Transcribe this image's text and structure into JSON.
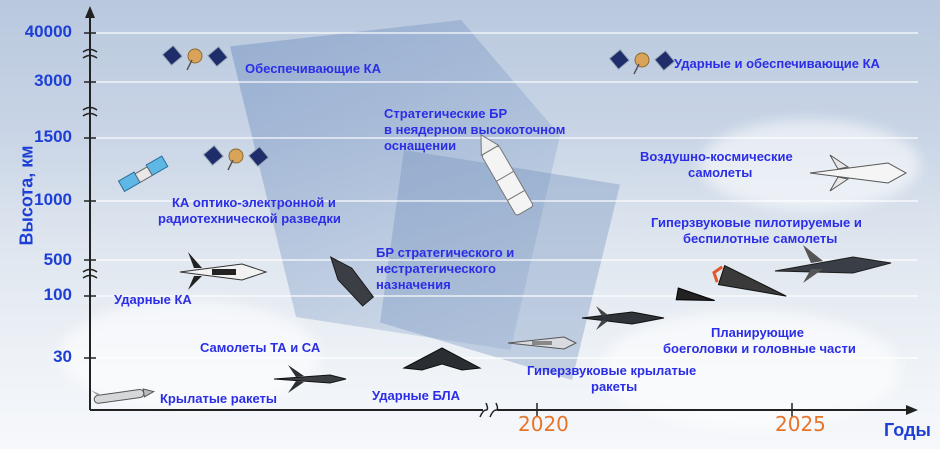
{
  "y_axis": {
    "title": "Высота, км",
    "ticks": [
      "40000",
      "3000",
      "1500",
      "1000",
      "500",
      "100",
      "30"
    ]
  },
  "x_axis": {
    "title": "Годы",
    "ticks": [
      "2020",
      "2025"
    ]
  },
  "labels": {
    "support_ka": "Обеспечивающие КА",
    "strike_support_ka": "Ударные и обеспечивающие КА",
    "strategic_br": [
      "Стратегические БР",
      "в неядерном высокоточном",
      "оснащении"
    ],
    "aerospace_planes": [
      "Воздушно-космические",
      "самолеты"
    ],
    "optical_ka": [
      "КА оптико-электронной и",
      "радиотехнической разведки"
    ],
    "hypersonic_piloted": [
      "Гиперзвуковые пилотируемые и",
      "беспилотные самолеты"
    ],
    "br_strategic": [
      "БР стратегического и",
      "нестратегического",
      "назначения"
    ],
    "strike_ka": "Ударные КА",
    "gliding": [
      "Планирующие",
      "боеголовки и головные части"
    ],
    "aircraft_ta_sa": "Самолеты ТА и СА",
    "hypersonic_cruise": [
      "Гиперзвуковые крылатые",
      "ракеты"
    ],
    "cruise_missiles": "Крылатые ракеты",
    "strike_uav": "Ударные БЛА"
  },
  "colors": {
    "label": "#2b2ee6",
    "axis": "#1d3fd6",
    "year": "#e8742a"
  },
  "icons": [
    "satellite-icon",
    "spy-satellite-icon",
    "ballistic-missile-icon",
    "spaceplane-icon",
    "hypersonic-aircraft-icon",
    "glide-vehicle-icon",
    "cruise-missile-icon",
    "fighter-jet-icon",
    "uav-icon"
  ]
}
